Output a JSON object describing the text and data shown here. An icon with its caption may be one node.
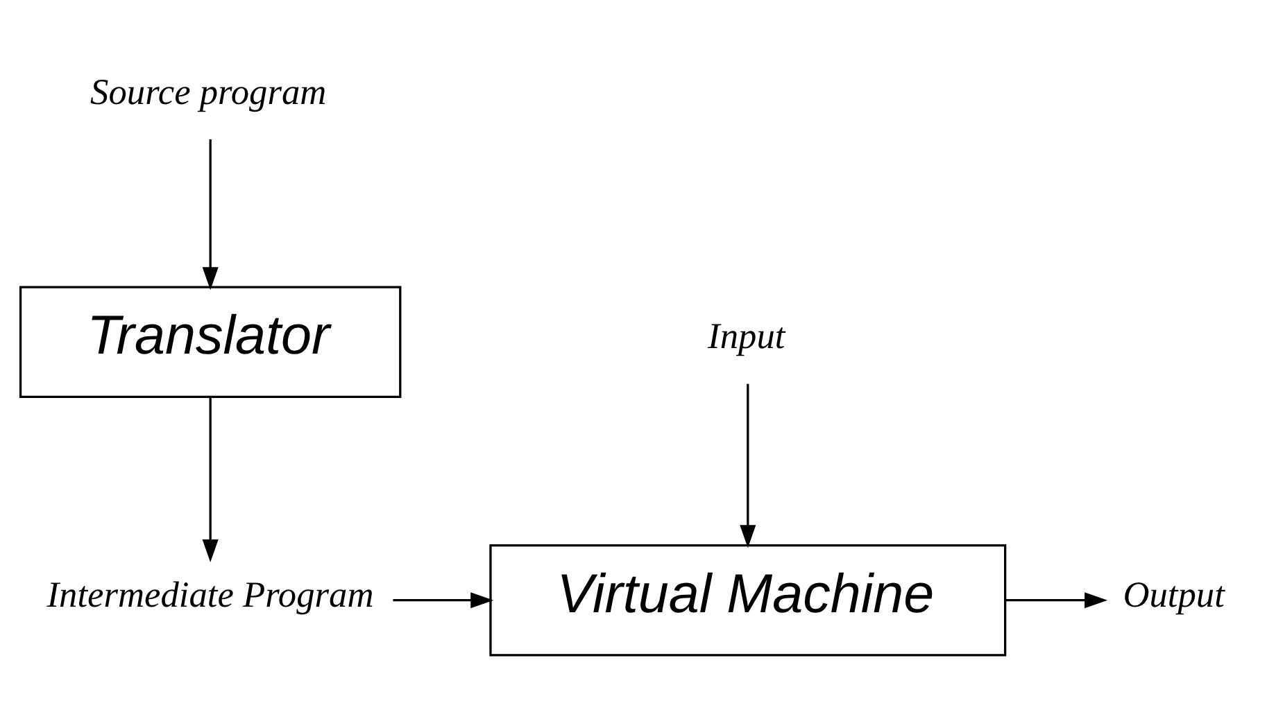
{
  "diagram": {
    "nodes": [
      {
        "text": [
          "Source program"
        ]
      },
      {
        "text": [
          "Translator"
        ]
      },
      {
        "text": [
          "Intermediate Program"
        ]
      },
      {
        "text": [
          "Input"
        ]
      },
      {
        "text": [
          "Virtual Machine"
        ]
      },
      {
        "text": [
          "Output"
        ]
      }
    ],
    "edges": [
      {
        "from": 0,
        "to": 1,
        "arrow": "to"
      },
      {
        "from": 1,
        "to": 2,
        "arrow": "to"
      },
      {
        "from": 2,
        "to": 4,
        "arrow": "to"
      },
      {
        "from": 3,
        "to": 4,
        "arrow": "to"
      },
      {
        "from": 4,
        "to": 5,
        "arrow": "to"
      }
    ]
  }
}
